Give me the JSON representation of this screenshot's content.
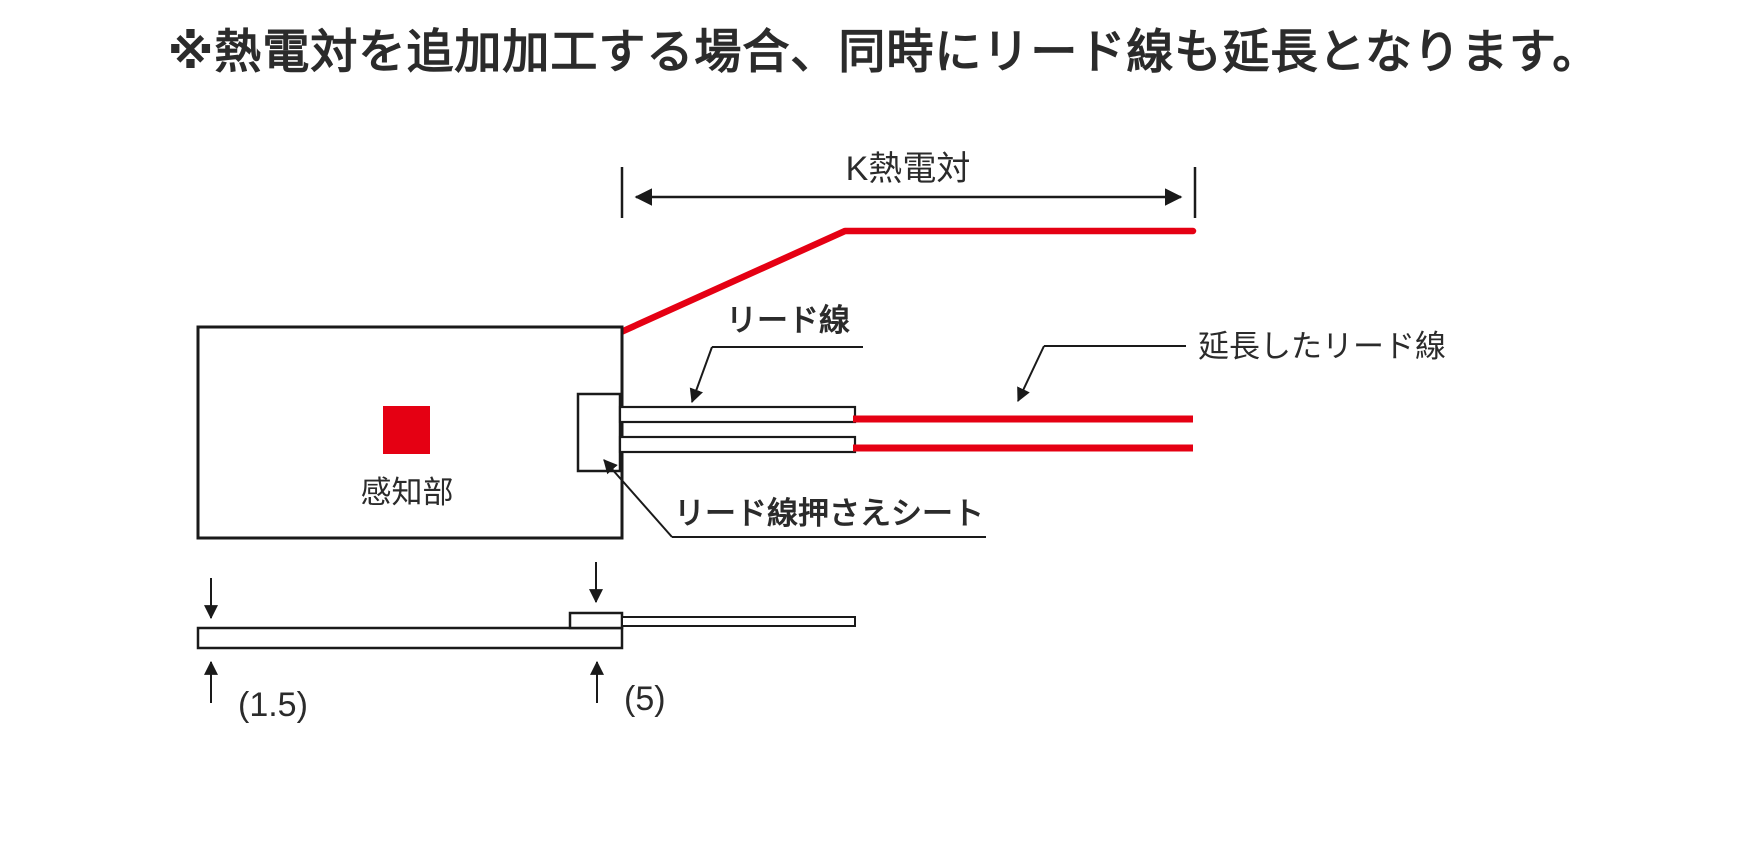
{
  "note": "※熱電対を追加加工する場合、同時にリード線も延長となります。",
  "diagram": {
    "dimension": {
      "label": "K熱電対"
    },
    "labels": {
      "lead_wire": "リード線",
      "extended_lead_wire": "延長したリード線",
      "sensor": "感知部",
      "holding_sheet": "リード線押さえシート"
    },
    "thickness": {
      "base": "(1.5)",
      "sheet": "(5)"
    },
    "colors": {
      "wire_red": "#e50013",
      "line_black": "#1a1a1a",
      "text": "#2b2b2b"
    }
  }
}
